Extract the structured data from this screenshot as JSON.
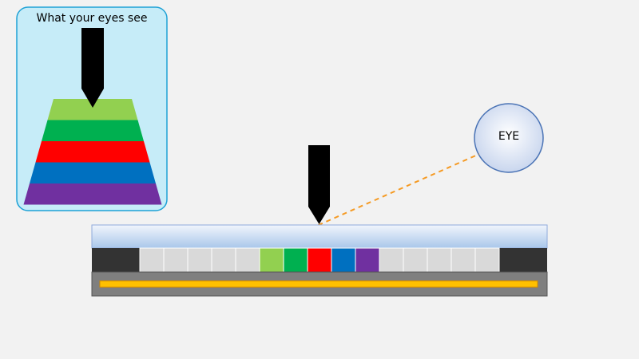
{
  "inset": {
    "caption": "What your eyes see",
    "panel_fill": "#c6ecf8",
    "panel_stroke": "#1fa2d6",
    "stack_colors": [
      "#92d050",
      "#00b050",
      "#ff0000",
      "#0070c0",
      "#7030a0"
    ]
  },
  "eye": {
    "label": "EYE",
    "fill_center": "#ffffff",
    "fill_edge": "#c9d6ee",
    "stroke": "#4a73b5"
  },
  "sight_line": {
    "color": "#f59a23",
    "style": "dashed"
  },
  "pointer": {
    "color": "#000000"
  },
  "device": {
    "glass_fill_top": "#f1f5fc",
    "glass_fill_bottom": "#a9c7ea",
    "glass_stroke": "#8faadc",
    "end_block_color": "#333333",
    "cell_color_empty": "#d9d9d9",
    "cells": [
      "empty",
      "empty",
      "empty",
      "empty",
      "empty",
      "green-light",
      "green",
      "red",
      "blue",
      "purple",
      "empty",
      "empty",
      "empty",
      "empty",
      "empty"
    ],
    "cell_colors": {
      "empty": "#d9d9d9",
      "green-light": "#92d050",
      "green": "#00b050",
      "red": "#ff0000",
      "blue": "#0070c0",
      "purple": "#7030a0"
    },
    "base_color": "#7f7f7f",
    "strip_color": "#ffc000",
    "strip_stroke": "#d08a00"
  }
}
